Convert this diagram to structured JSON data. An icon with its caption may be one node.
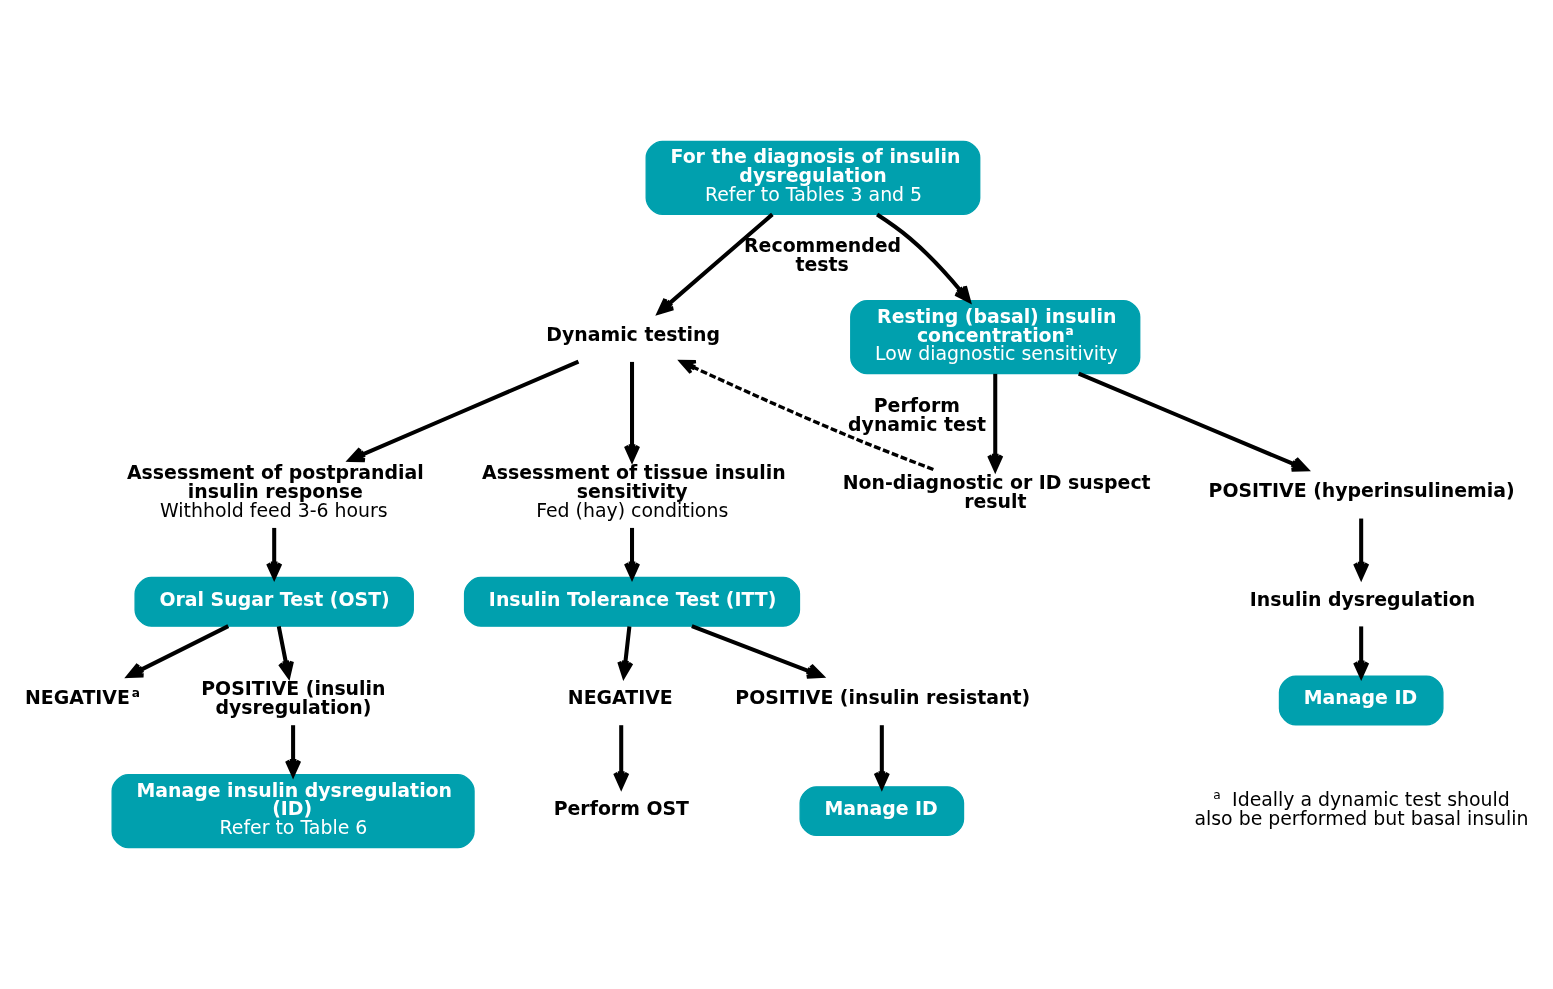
{
  "diagram": {
    "nodes": [
      {
        "text": [
          "For the diagnosis of insulin dysregulation",
          "Refer to Tables 3 and 5"
        ]
      },
      {
        "text": [
          "Dynamic testing"
        ]
      },
      {
        "text": [
          "Resting (basal) insulin concentration$^{a}$",
          "Low diagnostic sensitivity"
        ]
      },
      {
        "text": [
          "Assessment of postprandial insulin response",
          "Withhold feed 3-6 hours"
        ]
      },
      {
        "text": [
          "Assessment of tissue insulin sensitivity",
          "Fed (hay) conditions"
        ]
      },
      {
        "text": [
          "Non-diagnostic or ID suspect result"
        ]
      },
      {
        "text": [
          "POSITIVE (hyperinsulinemia)"
        ]
      },
      {
        "text": [
          "Oral Sugar Test (OST)"
        ]
      },
      {
        "text": [
          "Insulin Tolerance Test (ITT)"
        ]
      },
      {
        "text": [
          "Insulin dysregulation"
        ]
      },
      {
        "text": [
          "NEGATIVE$^{a}$"
        ]
      },
      {
        "text": [
          "POSITIVE (insulin dysregulation)"
        ]
      },
      {
        "text": [
          "NEGATIVE"
        ]
      },
      {
        "text": [
          "POSITIVE (insulin resistant)"
        ]
      },
      {
        "text": [
          "Manage ID"
        ]
      },
      {
        "text": [
          "Manage insulin dysregulation (ID)",
          "Refer to Table 6"
        ]
      },
      {
        "text": [
          "Perform OST"
        ]
      },
      {
        "text": [
          "Manage ID"
        ]
      }
    ],
    "edges": [
      {
        "from": 0,
        "to": 1,
        "arrow": "to",
        "label": "Recommended tests"
      },
      {
        "from": 0,
        "to": 2,
        "arrow": "to"
      },
      {
        "from": 1,
        "to": 3,
        "arrow": "to"
      },
      {
        "from": 1,
        "to": 4,
        "arrow": "to"
      },
      {
        "from": 2,
        "to": 5,
        "arrow": "to"
      },
      {
        "from": 2,
        "to": 6,
        "arrow": "to"
      },
      {
        "from": 5,
        "to": 1,
        "arrow": "to",
        "label": "Perform dynamic test",
        "style": "dashed"
      },
      {
        "from": 3,
        "to": 7,
        "arrow": "to"
      },
      {
        "from": 4,
        "to": 8,
        "arrow": "to"
      },
      {
        "from": 6,
        "to": 9,
        "arrow": "to"
      },
      {
        "from": 9,
        "to": 14,
        "arrow": "to"
      },
      {
        "from": 7,
        "to": 10,
        "arrow": "to"
      },
      {
        "from": 7,
        "to": 11,
        "arrow": "to"
      },
      {
        "from": 8,
        "to": 12,
        "arrow": "to"
      },
      {
        "from": 8,
        "to": 13,
        "arrow": "to"
      },
      {
        "from": 11,
        "to": 15,
        "arrow": "to"
      },
      {
        "from": 12,
        "to": 16,
        "arrow": "to"
      },
      {
        "from": 13,
        "to": 17,
        "arrow": "to"
      }
    ],
    "labels": [
      "$^{a}$ Ideally a dynamic test should also be performed but basal insulin"
    ]
  }
}
